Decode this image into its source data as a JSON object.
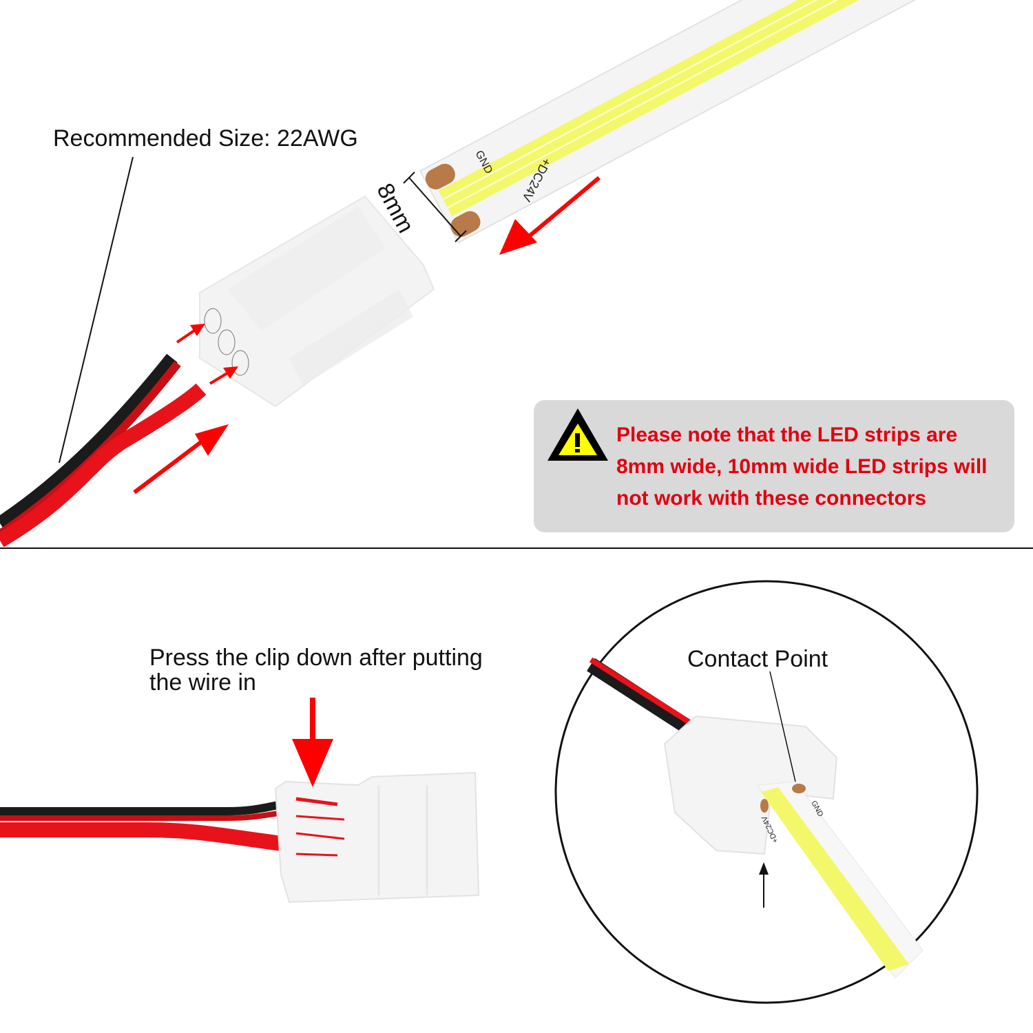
{
  "top_panel": {
    "wire_size_label": "Recommended Size: 22AWG",
    "strip_width_label": "8mm",
    "strip_pad_labels": {
      "ground": "GND",
      "positive": "+DC24V"
    },
    "warning": {
      "icon": "warning-triangle-icon",
      "lines": [
        "Please note that the LED strips are",
        "8mm wide, 10mm wide LED strips will",
        "not work with these connectors"
      ]
    }
  },
  "bottom_panel": {
    "clip_instruction_lines": [
      "Press the clip down after putting",
      "the wire in"
    ],
    "detail_circle": {
      "contact_label": "Contact Point",
      "strip_pad_labels": {
        "ground": "GND",
        "positive": "+DC24V"
      }
    }
  },
  "colors": {
    "arrow_red": "#ff0000",
    "warning_text_red": "#e00010",
    "warning_box_gray": "#d9d9d9",
    "warning_icon_yellow": "#ffff00",
    "led_yellow": "#f3f86a",
    "copper_pad": "#b87a48",
    "wire_red": "#e8121a",
    "wire_black": "#1b1b1b"
  }
}
